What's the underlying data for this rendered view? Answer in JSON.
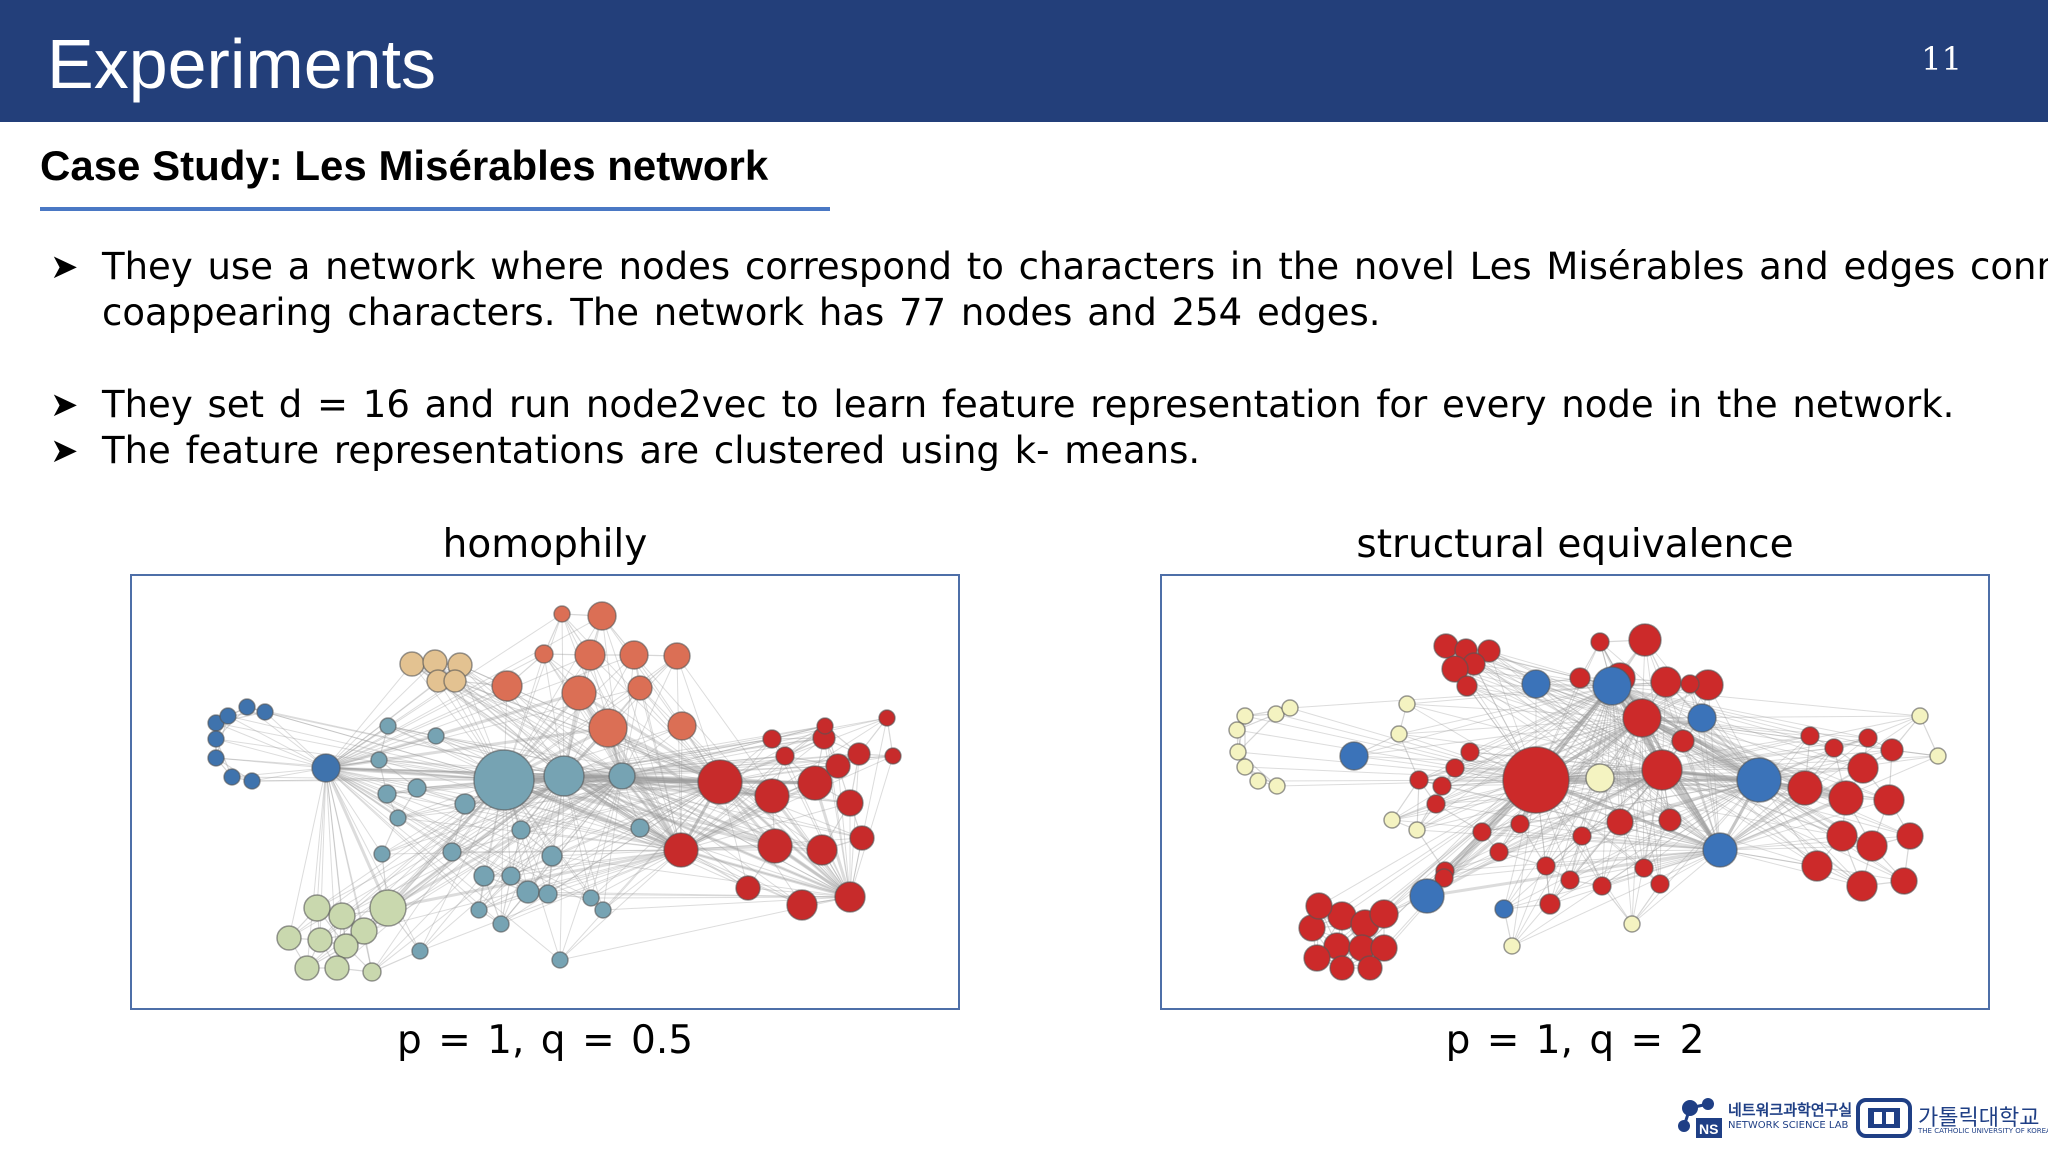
{
  "header": {
    "title": "Experiments",
    "page_number": "11"
  },
  "subtitle": "Case Study: Les Misérables network",
  "bullets": [
    {
      "line1": "They use a network where nodes correspond to characters in the novel Les Misérables and edges connect",
      "line2": "coappearing characters. The network has 77 nodes and 254 edges."
    },
    {
      "line1": "They set d = 16 and run node2vec to learn feature representation for every node in the network."
    },
    {
      "line1": "The feature representations are clustered using k- means."
    }
  ],
  "figures": [
    {
      "title": "homophily",
      "caption": "p = 1, q = 0.5"
    },
    {
      "title": "structural equivalence",
      "caption": "p = 1, q = 2"
    }
  ],
  "logos": {
    "lab_korean": "네트워크과학연구실",
    "lab_english": "NETWORK SCIENCE LAB",
    "lab_mark": "NS",
    "university_korean": "가톨릭대학교",
    "university_english": "THE CATHOLIC UNIVERSITY OF KOREA"
  },
  "colors": {
    "header_bg": "#233f7a",
    "accent_rule": "#4a78c4",
    "homophily_clusters": {
      "blue": "#3f73ad",
      "teal": "#76a3b3",
      "orange": "#e3c291",
      "red": "#c72b2b",
      "salmon": "#db6f55",
      "green": "#c9d8ae"
    },
    "structural_clusters": {
      "red": "#cc2a2a",
      "blue": "#3b73b9",
      "yellow": "#f4f3c1"
    }
  }
}
